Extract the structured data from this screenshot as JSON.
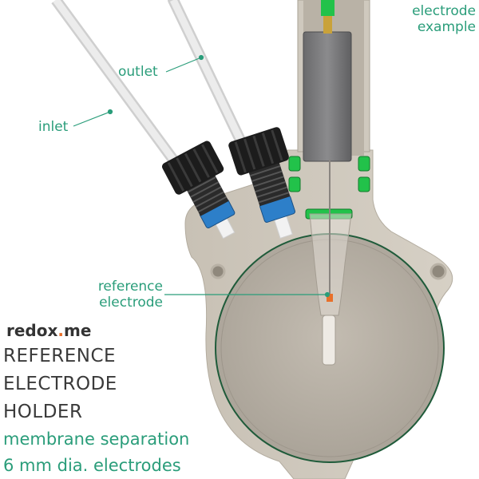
{
  "callouts": {
    "electrode_example": [
      "electrode",
      "example"
    ],
    "outlet": "outlet",
    "inlet": "inlet",
    "reference_electrode": [
      "reference",
      "electrode"
    ]
  },
  "brand": {
    "pre": "redox",
    "dot": ".",
    "post": "me"
  },
  "title_lines": [
    "REFERENCE",
    "ELECTRODE",
    "HOLDER"
  ],
  "subtitle_lines": [
    "membrane separation",
    "6 mm dia. electrodes"
  ],
  "colors": {
    "accent_green": "#2a9d7a",
    "brand_orange": "#e8702a",
    "body_beige": "#c9c2b6",
    "seal_green": "#22c24a",
    "fitting_blue": "#2d7fc9"
  }
}
